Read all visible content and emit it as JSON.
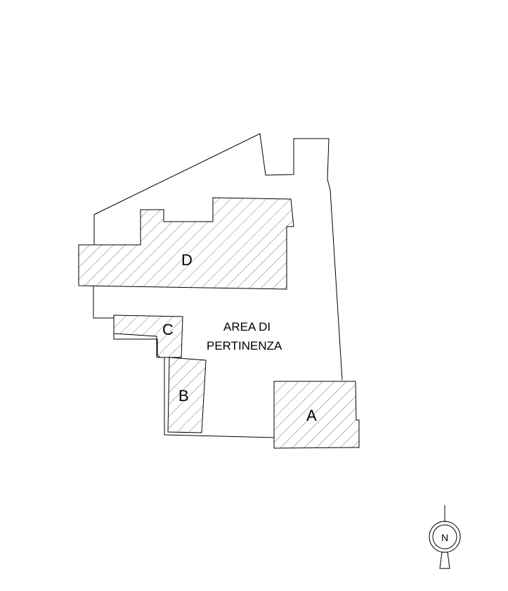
{
  "plan": {
    "buildings": {
      "a": {
        "label": "A"
      },
      "b": {
        "label": "B"
      },
      "c": {
        "label": "C"
      },
      "d": {
        "label": "D"
      }
    },
    "area": {
      "line1": "AREA DI",
      "line2": "PERTINENZA"
    },
    "compass": {
      "label": "N"
    }
  }
}
